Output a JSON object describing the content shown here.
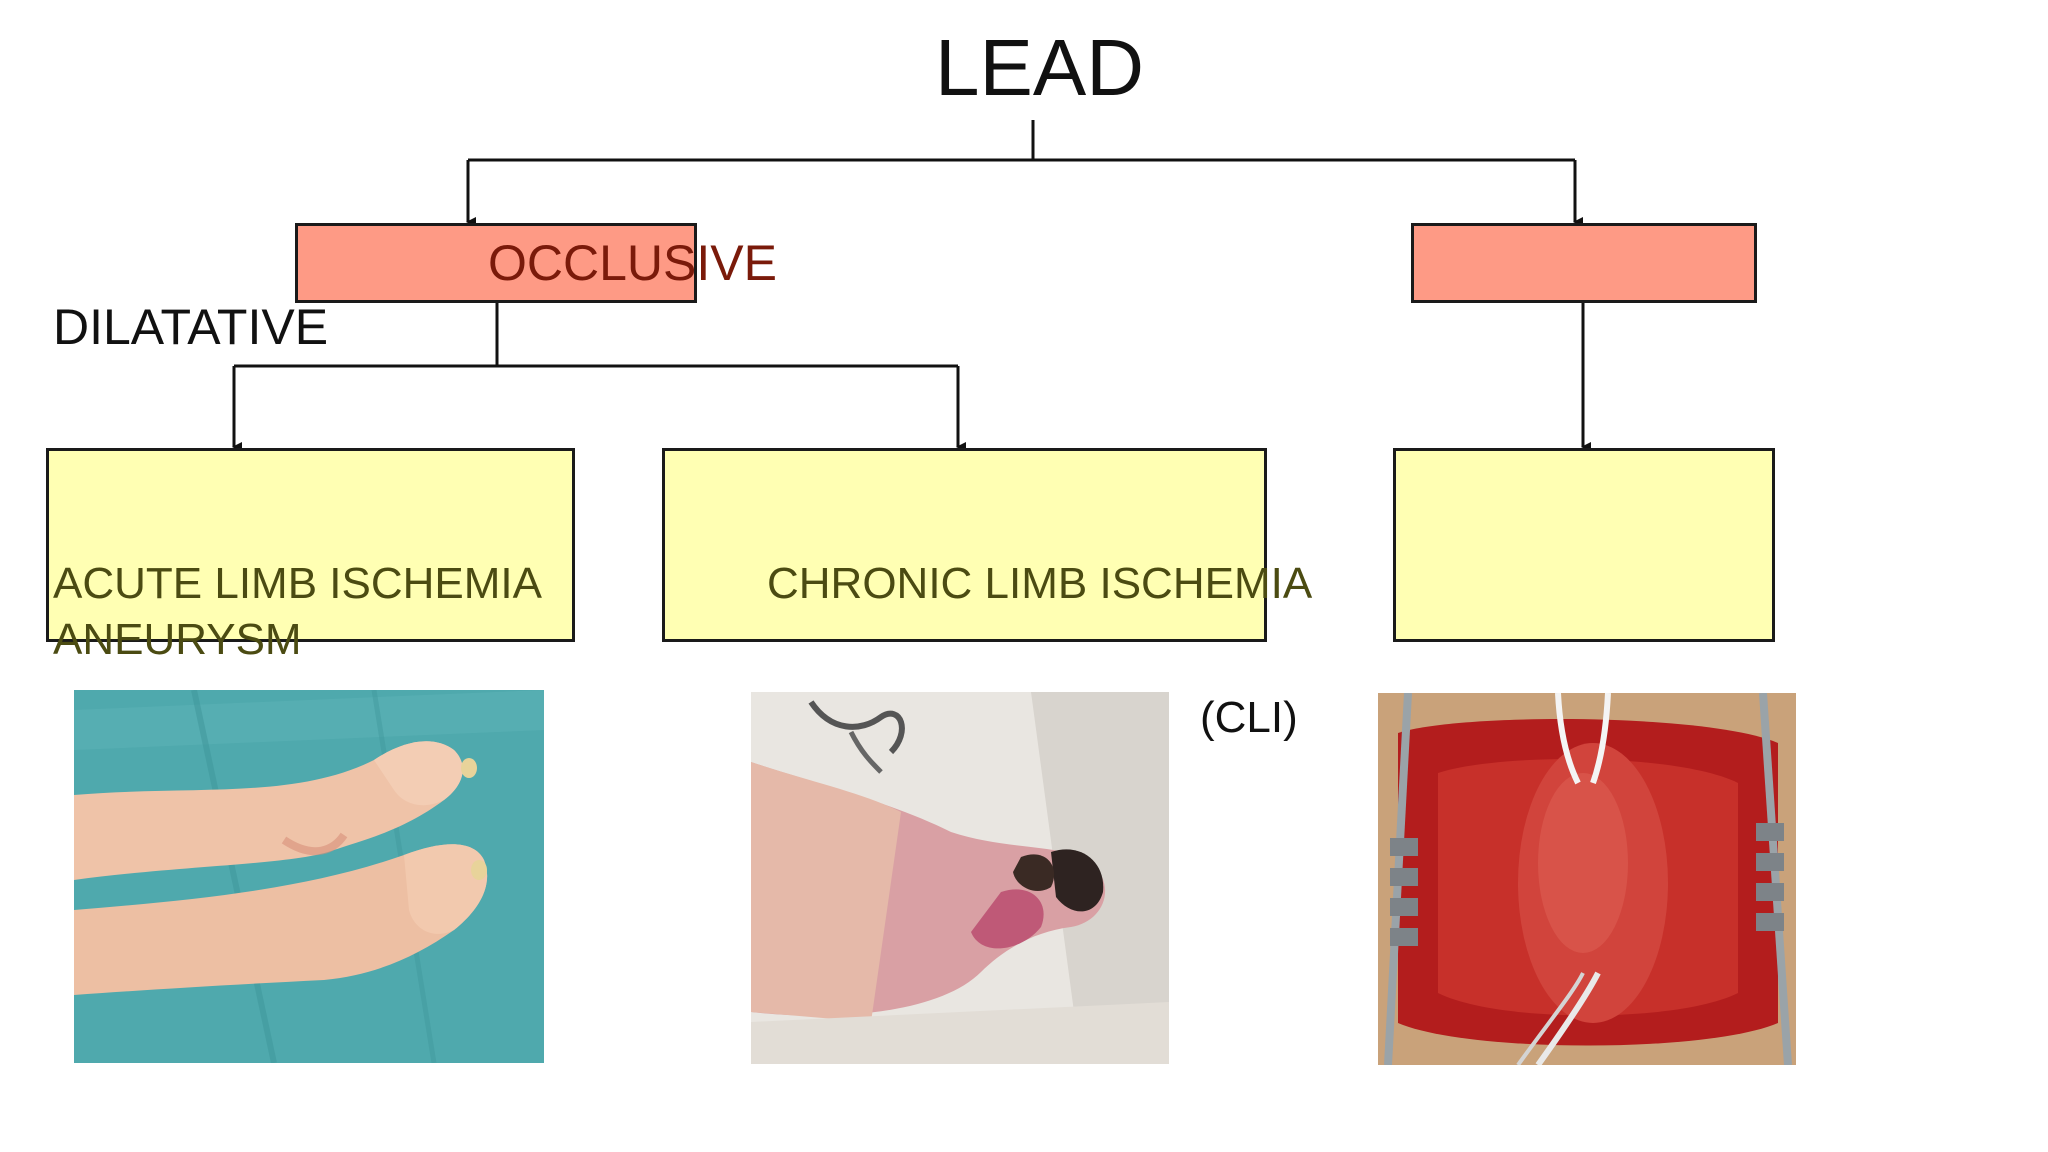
{
  "title": "LEAD",
  "labels": {
    "occlusive": "OCCLUSIVE",
    "dilatative": "DILATATIVE",
    "acute": "ACUTE LIMB ISCHEMIA",
    "aneurysm": "ANEURYSM",
    "chronic": "CHRONIC LIMB ISCHEMIA",
    "cli": "(CLI)"
  },
  "colors": {
    "salmon": "#fe9a85",
    "yellow": "#ffffb3",
    "occlusive_text": "#7a1a0a",
    "olive_text": "#4b4b12"
  },
  "photos": {
    "left": "feet-photo",
    "middle": "gangrenous-foot-photo",
    "right": "aneurysm-surgery-photo"
  }
}
